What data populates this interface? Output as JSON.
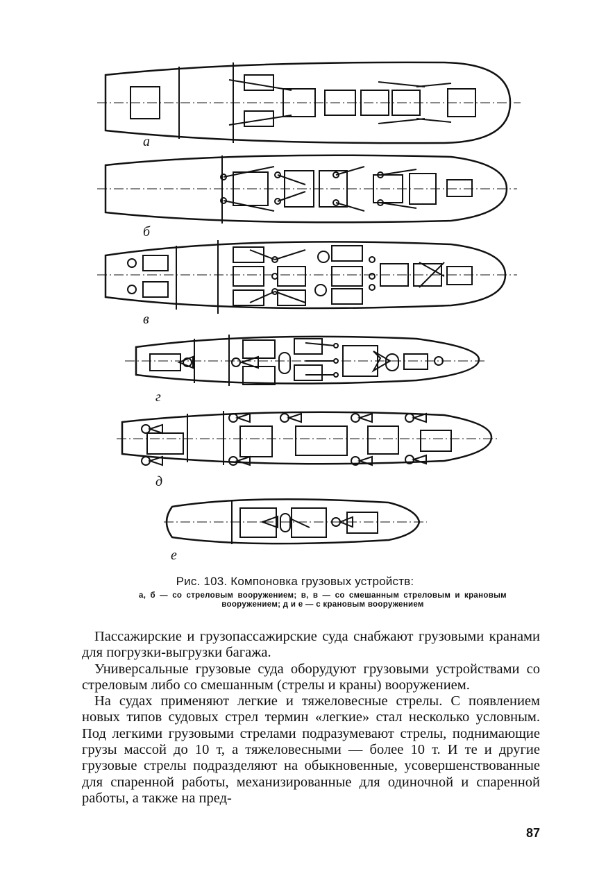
{
  "figure": {
    "labels": [
      "а",
      "б",
      "в",
      "г",
      "д",
      "е"
    ],
    "caption_title": "Рис. 103. Компоновка грузовых устройств:",
    "caption_text": "а, б — со стреловым вооружением; в, в — со смешанным стреловым и крановым вооружением; д и е — с крановым вооружением"
  },
  "body": {
    "paragraphs": [
      "Пассажирские и грузопассажирские суда снабжают грузовыми кранами для погрузки-выгрузки багажа.",
      "Универсальные грузовые суда оборудуют грузовыми устройствами со стреловым либо со смешанным (стрелы и краны) вооружением.",
      "На судах применяют легкие и тяжеловесные стрелы. С появлением новых типов судовых стрел термин «легкие» стал несколько условным. Под легкими грузовыми стрелами подразумевают стрелы, поднимающие грузы массой до 10 т, а тяжеловесными — более 10 т. И те и другие грузовые стрелы подразделяют на обыкновенные, усовершенствованные для спаренной работы, механизированные для одиночной и спаренной работы, а также на пред-"
    ]
  },
  "page_number": "87"
}
